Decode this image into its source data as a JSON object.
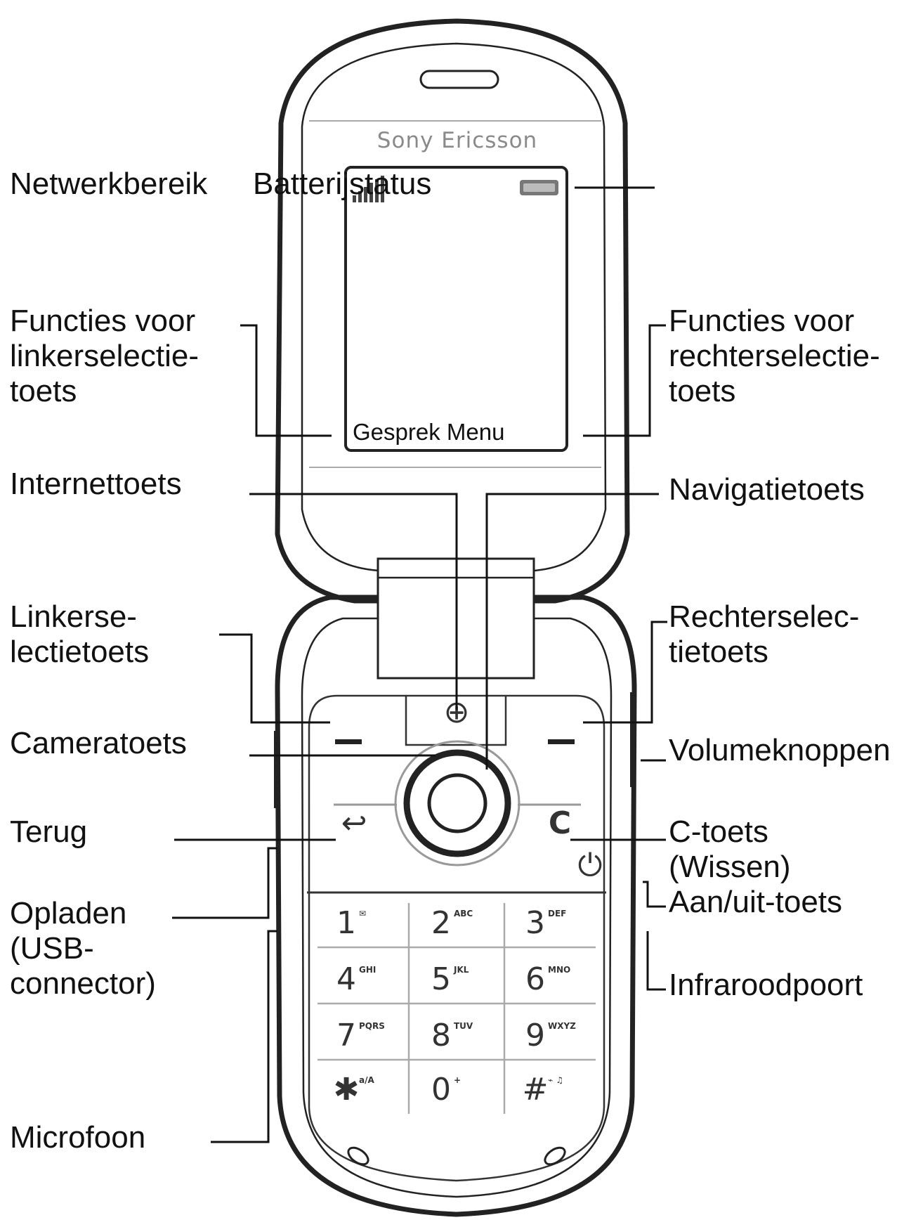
{
  "phone": {
    "brand": "Sony Ericsson",
    "screen_softkeys": "Gesprek Menu",
    "keys": [
      {
        "digit": "1",
        "letters": "✉"
      },
      {
        "digit": "2",
        "letters": "ABC"
      },
      {
        "digit": "3",
        "letters": "DEF"
      },
      {
        "digit": "4",
        "letters": "GHI"
      },
      {
        "digit": "5",
        "letters": "JKL"
      },
      {
        "digit": "6",
        "letters": "MNO"
      },
      {
        "digit": "7",
        "letters": "PQRS"
      },
      {
        "digit": "8",
        "letters": "TUV"
      },
      {
        "digit": "9",
        "letters": "WXYZ"
      },
      {
        "digit": "✱",
        "letters": "a/A"
      },
      {
        "digit": "0",
        "letters": "+"
      },
      {
        "digit": "#",
        "letters": "⌁ ♫"
      }
    ],
    "c_key": "C",
    "back_symbol": "↩",
    "internet_symbol": "⊕",
    "power_symbol": "⏻"
  },
  "labels": {
    "network": "Netwerkbereik",
    "battery": "Batterijstatus",
    "left_functions": [
      "Functies voor",
      "linkerselectie-",
      "toets"
    ],
    "right_functions": [
      "Functies voor",
      "rechterselectie-",
      "toets"
    ],
    "internet": "Internettoets",
    "navigation": "Navigatietoets",
    "left_select": [
      "Linkerse-",
      "lectietoets"
    ],
    "right_select": [
      "Rechterselec-",
      "tietoets"
    ],
    "camera": "Cameratoets",
    "volume": "Volumeknoppen",
    "back": "Terug",
    "c_key": [
      "C-toets",
      "(Wissen)"
    ],
    "power": "Aan/uit-toets",
    "charge": [
      "Opladen",
      "(USB-",
      "connector)"
    ],
    "infrared": "Infraroodpoort",
    "microphone": "Microfoon"
  }
}
